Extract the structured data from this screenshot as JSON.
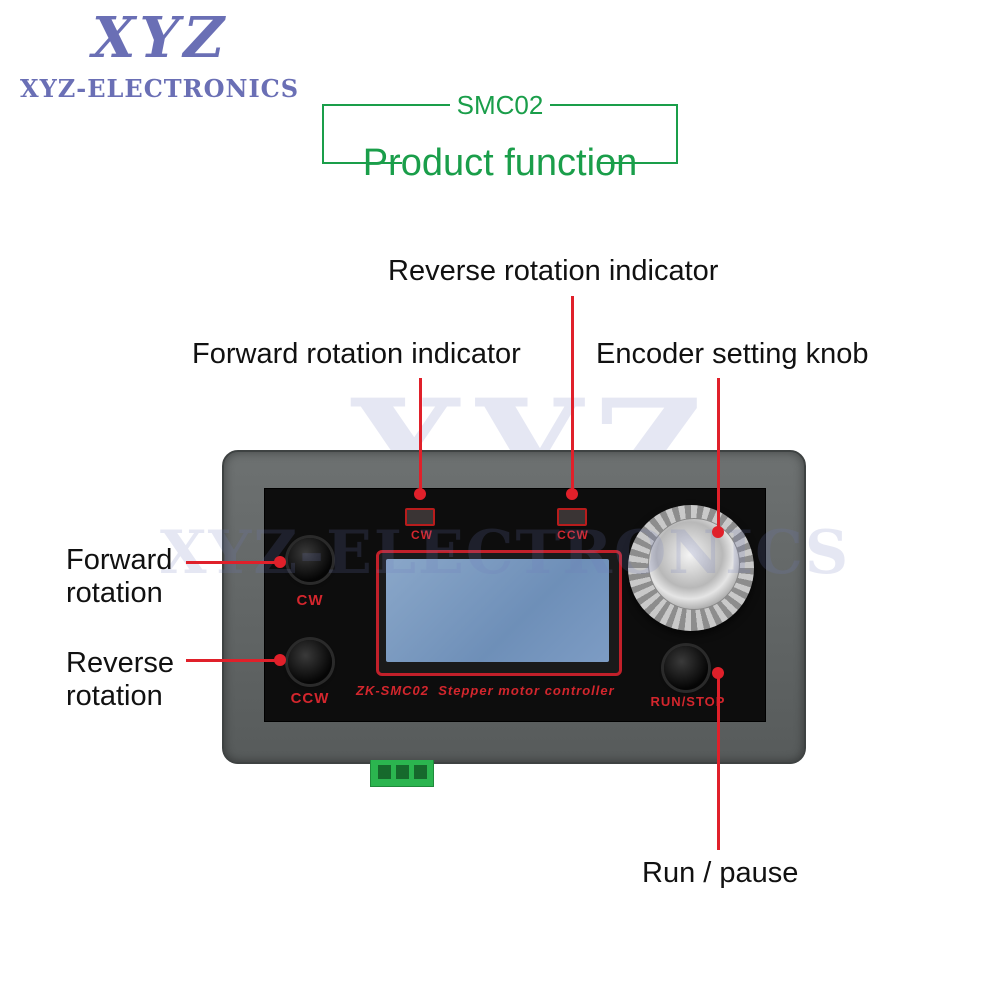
{
  "brand": {
    "logo": "XYZ",
    "name": "XYZ-ELECTRONICS"
  },
  "header": {
    "subtitle": "SMC02",
    "title": "Product function"
  },
  "labels": {
    "reverse_indicator": "Reverse rotation indicator",
    "forward_indicator": "Forward rotation indicator",
    "encoder_knob": "Encoder setting knob",
    "forward_rotation_line1": "Forward",
    "forward_rotation_line2": "rotation",
    "reverse_rotation_line1": "Reverse",
    "reverse_rotation_line2": "rotation",
    "run_pause": "Run / pause"
  },
  "device": {
    "led_cw": "CW",
    "led_ccw": "CCW",
    "btn_cw": "CW",
    "btn_ccw": "CCW",
    "btn_run_stop": "RUN/STOP",
    "model": "ZK-SMC02",
    "description": "Stepper motor controller"
  },
  "colors": {
    "accent_green": "#1a9e4a",
    "pointer_red": "#e0202a",
    "brand_purple": "#6a6fb5"
  }
}
